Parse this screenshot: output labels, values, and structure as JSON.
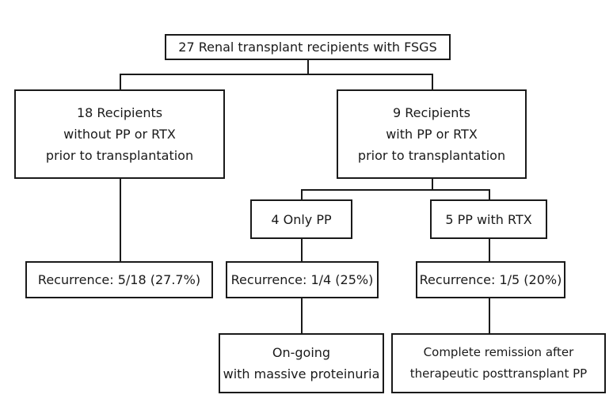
{
  "root": {
    "label": "27 Renal transplant recipients with FSGS"
  },
  "left": {
    "lines": [
      "18 Recipients",
      "without PP or RTX",
      "prior to transplantation"
    ],
    "recurrence": "Recurrence: 5/18 (27.7%)"
  },
  "right": {
    "lines": [
      "9 Recipients",
      "with PP or RTX",
      "prior to transplantation"
    ],
    "only_pp": {
      "label": "4 Only PP",
      "recurrence": "Recurrence: 1/4 (25%)",
      "outcome": [
        "On-going",
        "with massive proteinuria"
      ]
    },
    "pp_rtx": {
      "label": "5 PP with RTX",
      "recurrence": "Recurrence: 1/5 (20%)",
      "outcome": [
        "Complete remission after",
        "therapeutic posttransplant PP"
      ]
    }
  },
  "colors": {
    "line": "#1a1a1a",
    "background": "#ffffff"
  }
}
